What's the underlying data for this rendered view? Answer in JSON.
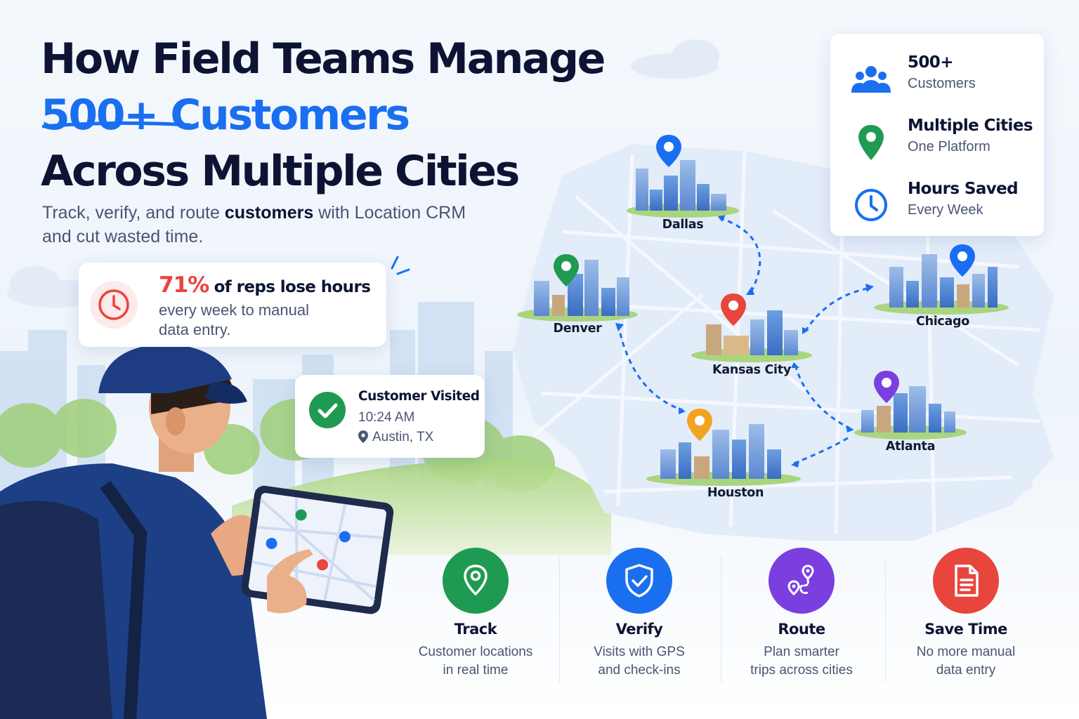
{
  "headline": {
    "line1": "How Field Teams Manage",
    "line2": "500+ Customers",
    "line3": "Across Multiple Cities"
  },
  "subtitle": {
    "pre": "Track, verify, and route ",
    "bold": "customers",
    "post_line1": " with Location CRM",
    "line2": "and cut wasted time."
  },
  "stat_card": {
    "percent": "71%",
    "headline_rest": " of reps lose hours",
    "line2": "every week to manual",
    "line3": "data entry.",
    "icon": "clock-icon",
    "accent": "#e8453c"
  },
  "visit_card": {
    "title": "Customer Visited",
    "time": "10:24 AM",
    "location": "Austin, TX",
    "icon": "check-circle-icon",
    "accent": "#1f9a52"
  },
  "info_card": {
    "rows": [
      {
        "title": "500+",
        "sub": "Customers",
        "icon": "people-icon",
        "color": "#1a6ff0"
      },
      {
        "title": "Multiple Cities",
        "sub": "One Platform",
        "icon": "map-pin-icon",
        "color": "#1f9a52"
      },
      {
        "title": "Hours Saved",
        "sub": "Every Week",
        "icon": "clock-icon",
        "color": "#1a6ff0"
      }
    ]
  },
  "cities": [
    {
      "name": "Dallas",
      "pin_color": "#1a6ff0"
    },
    {
      "name": "Denver",
      "pin_color": "#1f9a52"
    },
    {
      "name": "Chicago",
      "pin_color": "#1a6ff0"
    },
    {
      "name": "Kansas City",
      "pin_color": "#e8453c"
    },
    {
      "name": "Atlanta",
      "pin_color": "#7b3fe0"
    },
    {
      "name": "Houston",
      "pin_color": "#f4a321"
    }
  ],
  "features": [
    {
      "title": "Track",
      "desc_line1": "Customer locations",
      "desc_line2": "in real time",
      "icon": "location-pin-icon",
      "color": "#1f9a52"
    },
    {
      "title": "Verify",
      "desc_line1": "Visits with GPS",
      "desc_line2": "and check-ins",
      "icon": "shield-check-icon",
      "color": "#1a6ff0"
    },
    {
      "title": "Route",
      "desc_line1": "Plan smarter",
      "desc_line2": "trips across cities",
      "icon": "route-icon",
      "color": "#7b3fe0"
    },
    {
      "title": "Save Time",
      "desc_line1": "No more manual",
      "desc_line2": "data entry",
      "icon": "document-icon",
      "color": "#e8453c"
    }
  ],
  "colors": {
    "brand_blue": "#1a6ff0",
    "navy": "#0d1433",
    "muted_text": "#4a5573"
  }
}
